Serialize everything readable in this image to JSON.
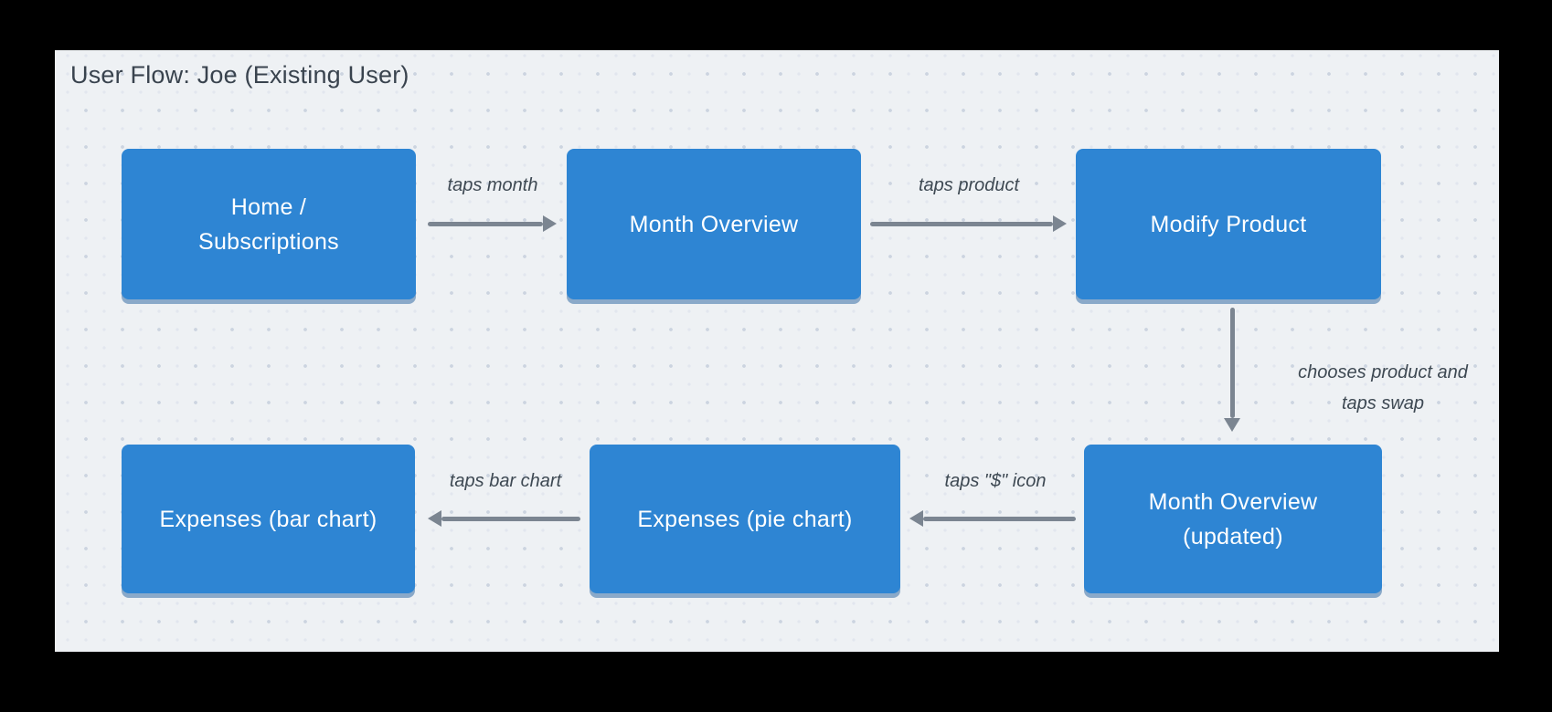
{
  "title": "User Flow: Joe (Existing User)",
  "diagram_type": "flowchart",
  "colors": {
    "frame_bg": "#000000",
    "canvas_bg": "#eef1f4",
    "node_fill": "#2e85d3",
    "node_text": "#ffffff",
    "arrow": "#7b8591",
    "title_text": "#39434e",
    "label_text": "#3e4953"
  },
  "nodes": [
    {
      "id": "home-subscriptions",
      "lines": [
        "Home /",
        "Subscriptions"
      ]
    },
    {
      "id": "month-overview",
      "lines": [
        "Month Overview"
      ]
    },
    {
      "id": "modify-product",
      "lines": [
        "Modify Product"
      ]
    },
    {
      "id": "expenses-bar-chart",
      "lines": [
        "Expenses (bar chart)"
      ]
    },
    {
      "id": "expenses-pie-chart",
      "lines": [
        "Expenses (pie chart)"
      ]
    },
    {
      "id": "month-overview-updated",
      "lines": [
        "Month Overview",
        "(updated)"
      ]
    }
  ],
  "edges": [
    {
      "from": "home-subscriptions",
      "to": "month-overview",
      "direction": "right",
      "label": "taps month"
    },
    {
      "from": "month-overview",
      "to": "modify-product",
      "direction": "right",
      "label": "taps product"
    },
    {
      "from": "modify-product",
      "to": "month-overview-updated",
      "direction": "down",
      "label_lines": [
        "chooses product and",
        "taps swap"
      ]
    },
    {
      "from": "month-overview-updated",
      "to": "expenses-pie-chart",
      "direction": "left",
      "label": "taps \"$\" icon"
    },
    {
      "from": "expenses-pie-chart",
      "to": "expenses-bar-chart",
      "direction": "left",
      "label": "taps bar chart"
    }
  ]
}
